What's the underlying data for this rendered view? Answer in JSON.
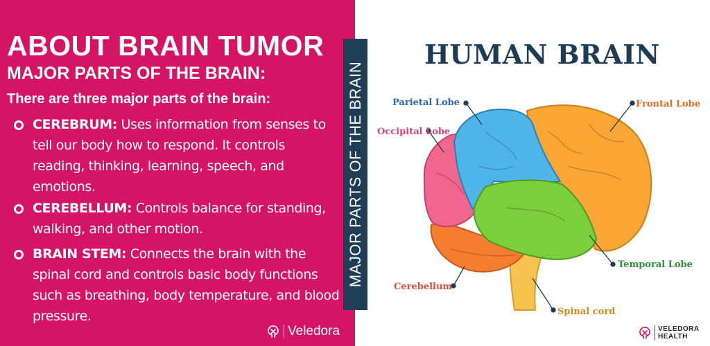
{
  "left_panel": {
    "title": "ABOUT BRAIN TUMOR",
    "subtitle": "MAJOR PARTS OF THE BRAIN:",
    "intro": "There are three major parts of the brain:",
    "items": [
      {
        "term": "CEREBRUM:",
        "text": " Uses information from senses to tell our body how to respond. It controls reading, thinking, learning, speech, and emotions."
      },
      {
        "term": "CEREBELLUM:",
        "text": " Controls balance for standing, walking, and other motion."
      },
      {
        "term": "BRAIN STEM:",
        "text": " Connects the brain with the spinal cord and controls basic body functions such as breathing, body temperature, and blood pressure."
      }
    ],
    "logo_text": "Veledora"
  },
  "side_banner": {
    "text": "MAJOR PARTS OF THE BRAIN"
  },
  "diagram": {
    "title": "HUMAN BRAIN",
    "labels": {
      "parietal": "Parietal Lobe",
      "occipital": "Occipital Lobe",
      "frontal": "Frontal Lobe",
      "temporal": "Temporal Lobe",
      "cerebellum": "Cerebellum",
      "spinal": "Spinal cord"
    }
  },
  "brand": {
    "line1": "VELEDORA",
    "line2": "HEALTH"
  },
  "colors": {
    "left_bg": "#d61466",
    "banner_bg": "#1c3d55",
    "frontal": "#f9a635",
    "parietal": "#4fb5e8",
    "occipital": "#f0668e",
    "temporal": "#7ccf3a",
    "cerebellum": "#f47d30",
    "spinal": "#f7c34f"
  }
}
